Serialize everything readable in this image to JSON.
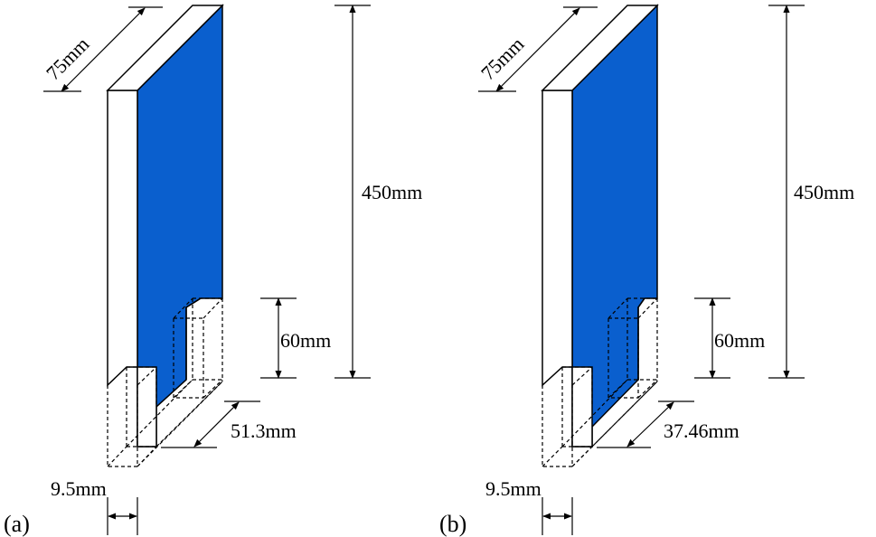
{
  "colors": {
    "face": "#0a5fce",
    "line": "#000000",
    "background": "#ffffff"
  },
  "panels": [
    {
      "id": "a",
      "label": "(a)",
      "dimensions": {
        "width": "75mm",
        "height": "450mm",
        "notch_height": "60mm",
        "notch_depth": "51.3mm",
        "thickness": "9.5mm"
      }
    },
    {
      "id": "b",
      "label": "(b)",
      "dimensions": {
        "width": "75mm",
        "height": "450mm",
        "notch_height": "60mm",
        "notch_depth": "37.46mm",
        "thickness": "9.5mm"
      }
    }
  ]
}
